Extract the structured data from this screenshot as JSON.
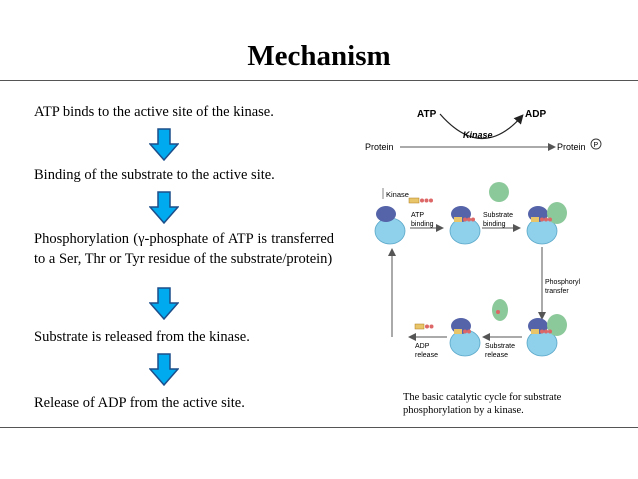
{
  "slide": {
    "title": "Mechanism",
    "steps": [
      {
        "text": "ATP binds to the active site of the kinase."
      },
      {
        "text": "Binding of the substrate to the active site."
      },
      {
        "text": "Phosphorylation (γ-phosphate of ATP is transferred to a Ser, Thr or Tyr residue of the substrate/protein)"
      },
      {
        "text": "Substrate  is released from the kinase."
      },
      {
        "text": "Release of ADP from the active site."
      }
    ],
    "arrow_color": "#00aaee"
  },
  "figure": {
    "reaction": {
      "atp": "ATP",
      "adp": "ADP",
      "kinase": "Kinase",
      "protein_left": "Protein",
      "protein_right": "Protein",
      "phosphate_symbol": "P"
    },
    "cycle": {
      "kinase_label": "Kinase",
      "atp_binding": [
        "ATP",
        "binding"
      ],
      "substrate_binding": [
        "Substrate",
        "binding"
      ],
      "phosphoryl_transfer": [
        "Phosphoryl",
        "transfer"
      ],
      "substrate_release": [
        "Substrate",
        "release"
      ],
      "adp_release": [
        "ADP",
        "release"
      ]
    },
    "caption": "The basic catalytic cycle for substrate phosphorylation by a kinase."
  }
}
